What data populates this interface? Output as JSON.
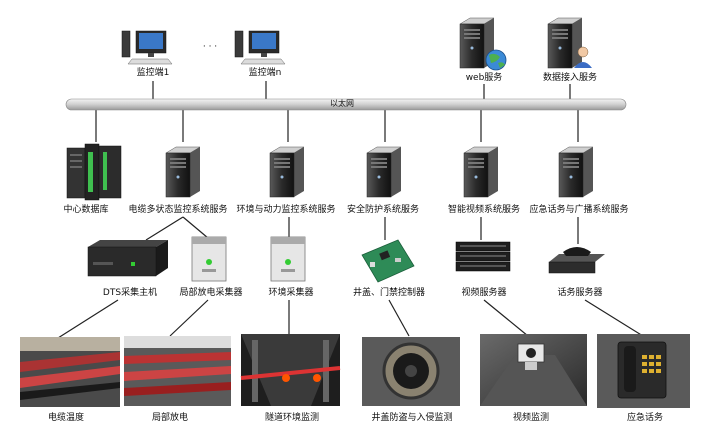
{
  "network": {
    "label": "以太网"
  },
  "top": {
    "monitor1": "监控端1",
    "ellipsis": "· · ·",
    "monitorN": "监控端n",
    "web": "web服务",
    "data_access": "数据接入服务"
  },
  "servers": {
    "database": "中心数据库",
    "cable": "电缆多状态监控系统服务",
    "env_power": "环境与动力监控系统服务",
    "security": "安全防护系统服务",
    "video": "智能视频系统服务",
    "emergency": "应急话务与广播系统服务"
  },
  "devices": {
    "dts": "DTS采集主机",
    "pd": "局部放电采集器",
    "env": "环境采集器",
    "door": "井盖、门禁控制器",
    "video": "视频服务器",
    "phone": "话务服务器"
  },
  "photos": {
    "temp": "电缆温度",
    "pd": "局部放电",
    "tunnel": "隧道环境监测",
    "manhole": "井盖防盗与入侵监测",
    "video": "视频监测",
    "phone": "应急话务"
  },
  "colors": {
    "bus": "#d9d9d9",
    "tower": "#2b2b2b",
    "screen": "#3a78c8",
    "line": "#222222"
  }
}
